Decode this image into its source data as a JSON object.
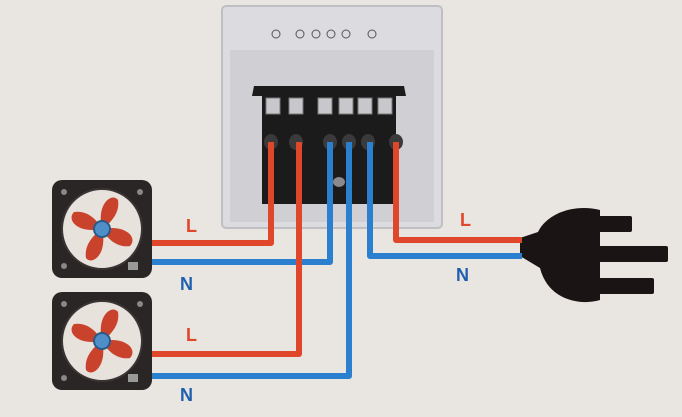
{
  "diagram": {
    "colors": {
      "live": "#e0462a",
      "neutral": "#2a7fcf",
      "background": "#e9e6e2",
      "box": "#d9d9dc",
      "plug": "#1a1414",
      "fan_frame": "#2b2626",
      "fan_blade": "#c9422b"
    },
    "labels": {
      "fan1_live": "L",
      "fan1_neutral": "N",
      "fan2_live": "L",
      "fan2_neutral": "N",
      "supply_live": "L",
      "supply_neutral": "N"
    },
    "icons": [
      "fan-icon",
      "fan-icon",
      "plug-icon",
      "switch-box"
    ]
  }
}
